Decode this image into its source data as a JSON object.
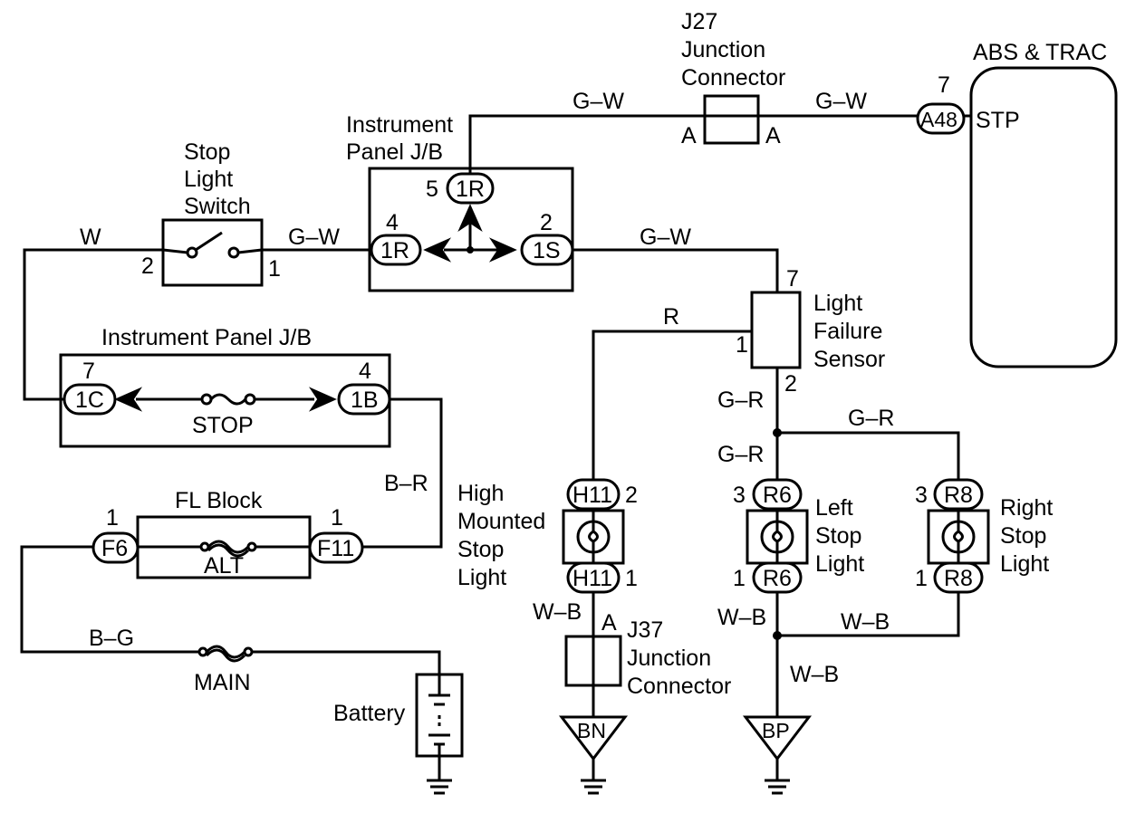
{
  "labels": {
    "j27_id": "J27",
    "j27_l1": "Junction",
    "j27_l2": "Connector",
    "j27_pin_left": "A",
    "j27_pin_right": "A",
    "abs_trac": "ABS & TRAC",
    "abs_pin": "7",
    "abs_conn": "A48",
    "abs_stp": "STP",
    "ipjb_top_l1": "Instrument",
    "ipjb_top_l2": "Panel J/B",
    "stop_switch_l1": "Stop",
    "stop_switch_l2": "Light",
    "stop_switch_l3": "Switch",
    "sw_pin_left": "2",
    "sw_pin_right": "1",
    "ipjb_top_pin_5": "5",
    "ipjb_top_pin_4": "4",
    "ipjb_top_pin_2": "2",
    "conn_1r_top": "1R",
    "conn_1r_left": "1R",
    "conn_1s": "1S",
    "lfs_l1": "Light",
    "lfs_l2": "Failure",
    "lfs_l3": "Sensor",
    "lfs_pin_7": "7",
    "lfs_pin_1": "1",
    "lfs_pin_2": "2",
    "ipjb_bot": "Instrument Panel J/B",
    "ipjb_bot_pin_7": "7",
    "ipjb_bot_pin_4": "4",
    "conn_1c": "1C",
    "conn_1b": "1B",
    "fuse_stop": "STOP",
    "fl_block": "FL Block",
    "f6": "F6",
    "f11": "F11",
    "f6_pin": "1",
    "f11_pin": "1",
    "fuse_alt": "ALT",
    "fuse_main": "MAIN",
    "battery": "Battery",
    "hm_l1": "High",
    "hm_l2": "Mounted",
    "hm_l3": "Stop",
    "hm_l4": "Light",
    "h11_top": "H11",
    "h11_bot": "H11",
    "h11_pin_top": "2",
    "h11_pin_bot": "1",
    "r6_top": "R6",
    "r6_bot": "R6",
    "r6_pin_top": "3",
    "r6_pin_bot": "1",
    "left_l1": "Left",
    "left_l2": "Stop",
    "left_l3": "Light",
    "r8_top": "R8",
    "r8_bot": "R8",
    "r8_pin_top": "3",
    "r8_pin_bot": "1",
    "right_l1": "Right",
    "right_l2": "Stop",
    "right_l3": "Light",
    "j37_id": "J37",
    "j37_l1": "Junction",
    "j37_l2": "Connector",
    "j37_pin": "A",
    "ground_bn": "BN",
    "ground_bp": "BP"
  },
  "wires": {
    "w_top_left": "G–W",
    "w_top_right": "G–W",
    "w_switch_in": "W",
    "w_switch_out": "G–W",
    "w_1s_out": "G–W",
    "w_r": "R",
    "w_gr_1": "G–R",
    "w_gr_2": "G–R",
    "w_gr_3": "G–R",
    "w_br": "B–R",
    "w_bg": "B–G",
    "w_wb_1": "W–B",
    "w_wb_2": "W–B",
    "w_wb_3": "W–B",
    "w_wb_4": "W–B"
  }
}
